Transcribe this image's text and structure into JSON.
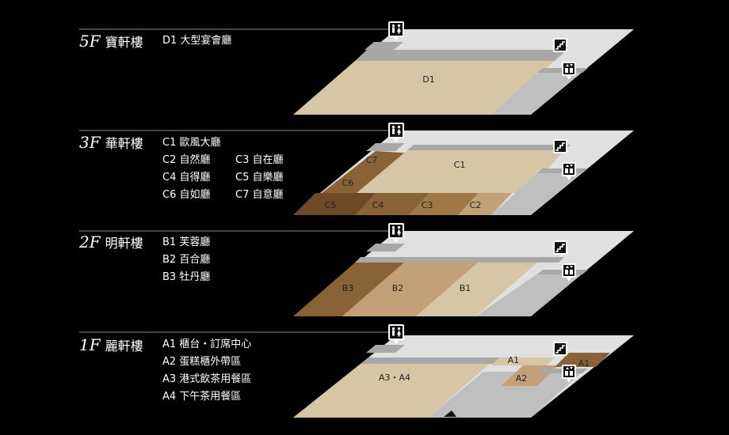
{
  "floors": [
    {
      "number": "5F",
      "name": "寶軒樓",
      "rooms": [
        [
          "D1 大型宴會廳"
        ]
      ],
      "map_labels": [
        "D1"
      ]
    },
    {
      "number": "3F",
      "name": "華軒樓",
      "rooms": [
        [
          "C1 歐風大廳"
        ],
        [
          "C2 自然廳",
          "C3 自在廳"
        ],
        [
          "C4 自得廳",
          "C5 自樂廳"
        ],
        [
          "C6 自如廳",
          "C7 自意廳"
        ]
      ],
      "map_labels": [
        "C7",
        "C1",
        "C6",
        "C5",
        "C4",
        "C3",
        "C2"
      ]
    },
    {
      "number": "2F",
      "name": "明軒樓",
      "rooms": [
        [
          "B1 芙蓉廳"
        ],
        [
          "B2 百合廳"
        ],
        [
          "B3 牡丹廳"
        ]
      ],
      "map_labels": [
        "B3",
        "B2",
        "B1"
      ]
    },
    {
      "number": "1F",
      "name": "麗軒樓",
      "rooms": [
        [
          "A1 櫃台・訂席中心"
        ],
        [
          "A2 蛋糕櫃外帶區"
        ],
        [
          "A3 港式飲茶用餐區"
        ],
        [
          "A4 下午茶用餐區"
        ]
      ],
      "map_labels": [
        "A3・A4",
        "A1",
        "A2",
        "A1"
      ]
    }
  ],
  "icons": [
    "restroom-icon",
    "escalator-icon",
    "elevator-icon",
    "entrance-icon"
  ],
  "colors": {
    "background": "#000000",
    "floor_light": "#e0e0e0",
    "floor_mid": "#bfbfbf",
    "floor_dark": "#9a9a9a",
    "room_light": "#d6c6a6",
    "room_mid": "#c4a078",
    "room_dark": "#8a6238",
    "room_darkest": "#6e4a28"
  }
}
